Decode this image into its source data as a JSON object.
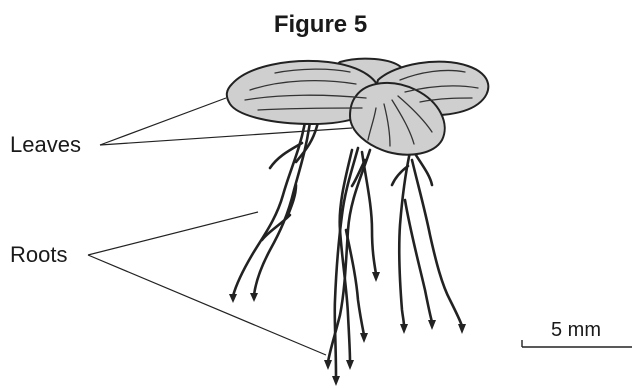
{
  "figure": {
    "title": "Figure 5",
    "labels": {
      "leaves": "Leaves",
      "roots": "Roots"
    },
    "scale_bar": {
      "text": "5 mm",
      "represents_mm": 5
    }
  },
  "colors": {
    "leaf_fill": "#cfcfcf",
    "outline": "#222222"
  }
}
